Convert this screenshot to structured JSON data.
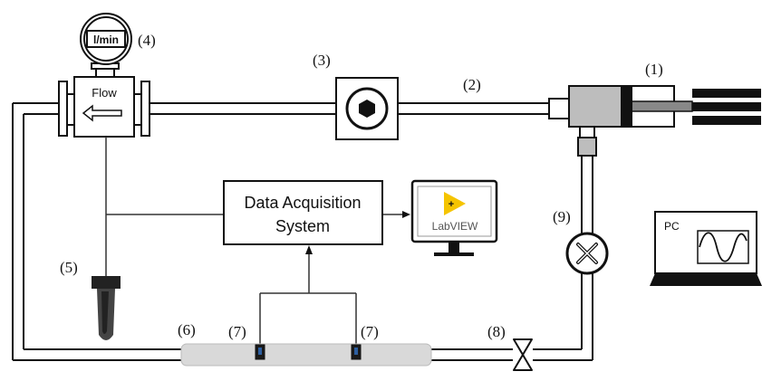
{
  "labels": {
    "n1": "(1)",
    "n2": "(2)",
    "n3": "(3)",
    "n4": "(4)",
    "n5": "(5)",
    "n6": "(6)",
    "n7a": "(7)",
    "n7b": "(7)",
    "n8": "(8)",
    "n9": "(9)"
  },
  "flowmeter": {
    "display_unit": "l/min",
    "body_text": "Flow"
  },
  "daq": {
    "line1": "Data Acquisition",
    "line2": "System"
  },
  "monitor": {
    "app_name": "LabVIEW"
  },
  "pc": {
    "label": "PC"
  },
  "icons": {
    "pump": "hexagon-valve-icon",
    "flow_valve": "cross-valve-icon",
    "gate_valve": "bowtie-valve-icon",
    "arrow": "flow-direction-arrow-icon"
  }
}
